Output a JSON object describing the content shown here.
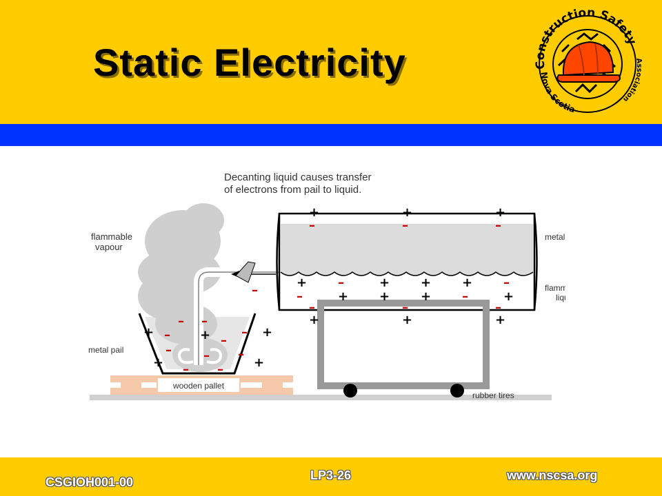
{
  "slide": {
    "title": "Static Electricity",
    "footer_code": "CSGIOH001-00",
    "footer_slide": "LP3-26",
    "footer_url": "www.nscsa.org"
  },
  "logo": {
    "ring_text_top": "Construction Safety",
    "ring_text_right": "Association",
    "ring_text_left": "Nova Scotia"
  },
  "diagram": {
    "caption_line1": "Decanting liquid causes transfer",
    "caption_line2": "of electrons from pail to liquid.",
    "label_vapour_1": "flammable",
    "label_vapour_2": "vapour",
    "label_metal_drum": "metal drum",
    "label_liquid_1": "flammable",
    "label_liquid_2": "liquid",
    "label_metal_pail": "metal pail",
    "label_pallet": "wooden pallet",
    "label_tires": "rubber tires",
    "plus": "+",
    "minus": "–"
  },
  "colors": {
    "header": "#ffcc00",
    "band": "#0033ff",
    "charge_negative": "#cc0000",
    "hard_hat": "#ff4500"
  }
}
